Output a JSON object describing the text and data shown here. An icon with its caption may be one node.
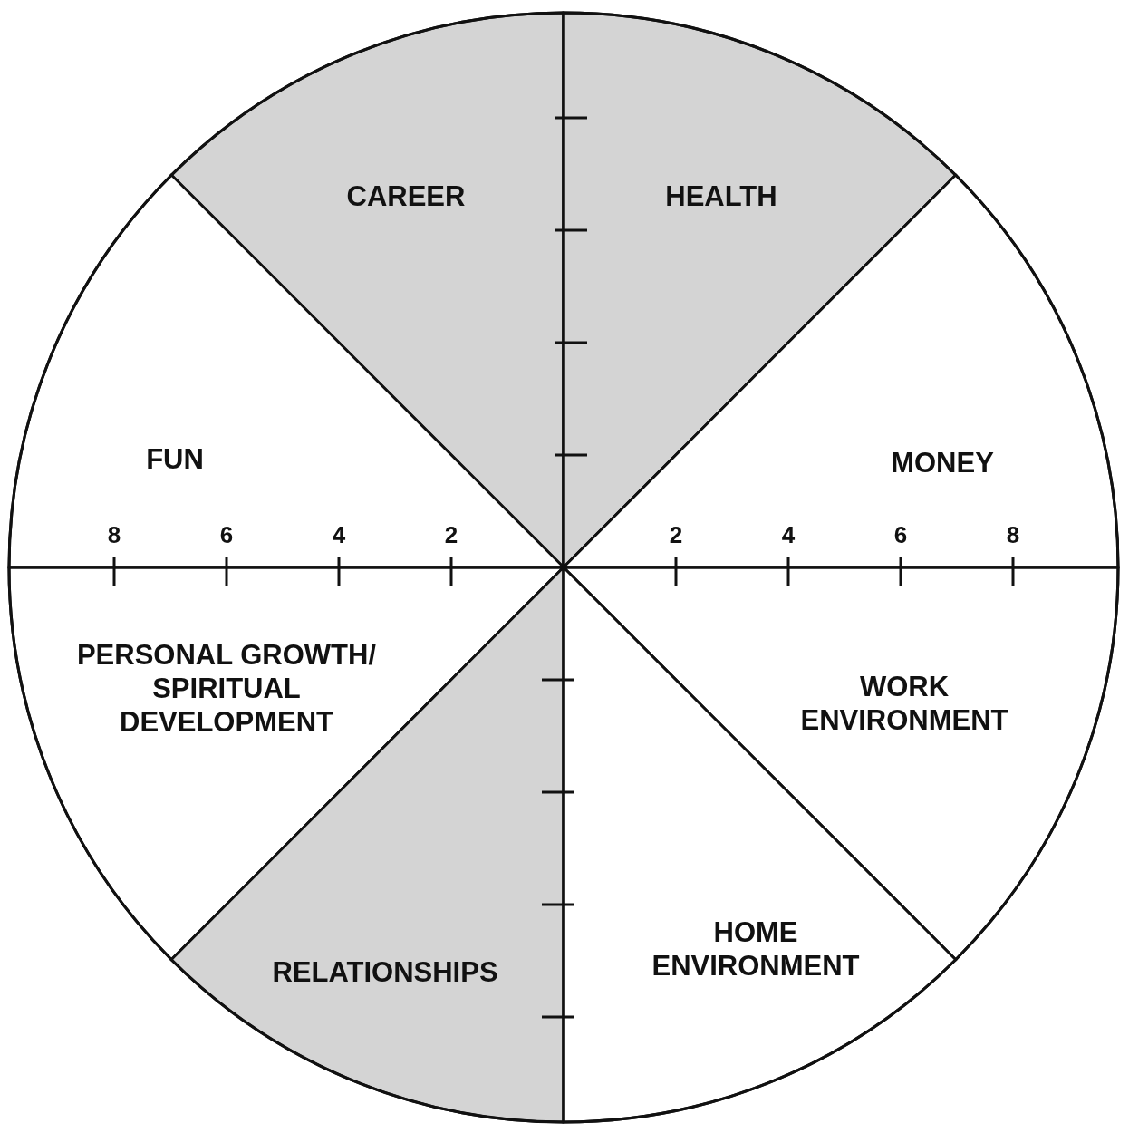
{
  "diagram": {
    "nodes": [
      {
        "text": [
          "CAREER"
        ]
      },
      {
        "text": [
          "HEALTH"
        ]
      },
      {
        "text": [
          "FUN"
        ]
      },
      {
        "text": [
          "MONEY"
        ]
      },
      {
        "text": [
          "PERSONAL GROWTH/ SPIRITUAL DEVELOPMENT"
        ]
      },
      {
        "text": [
          "WORK ENVIRONMENT"
        ]
      },
      {
        "text": [
          "HOME ENVIRONMENT"
        ]
      },
      {
        "text": [
          "RELATIONSHIPS"
        ]
      }
    ],
    "edges": [],
    "labels": [
      "8",
      "6",
      "4",
      "2",
      "2",
      "4",
      "6",
      "8"
    ]
  }
}
